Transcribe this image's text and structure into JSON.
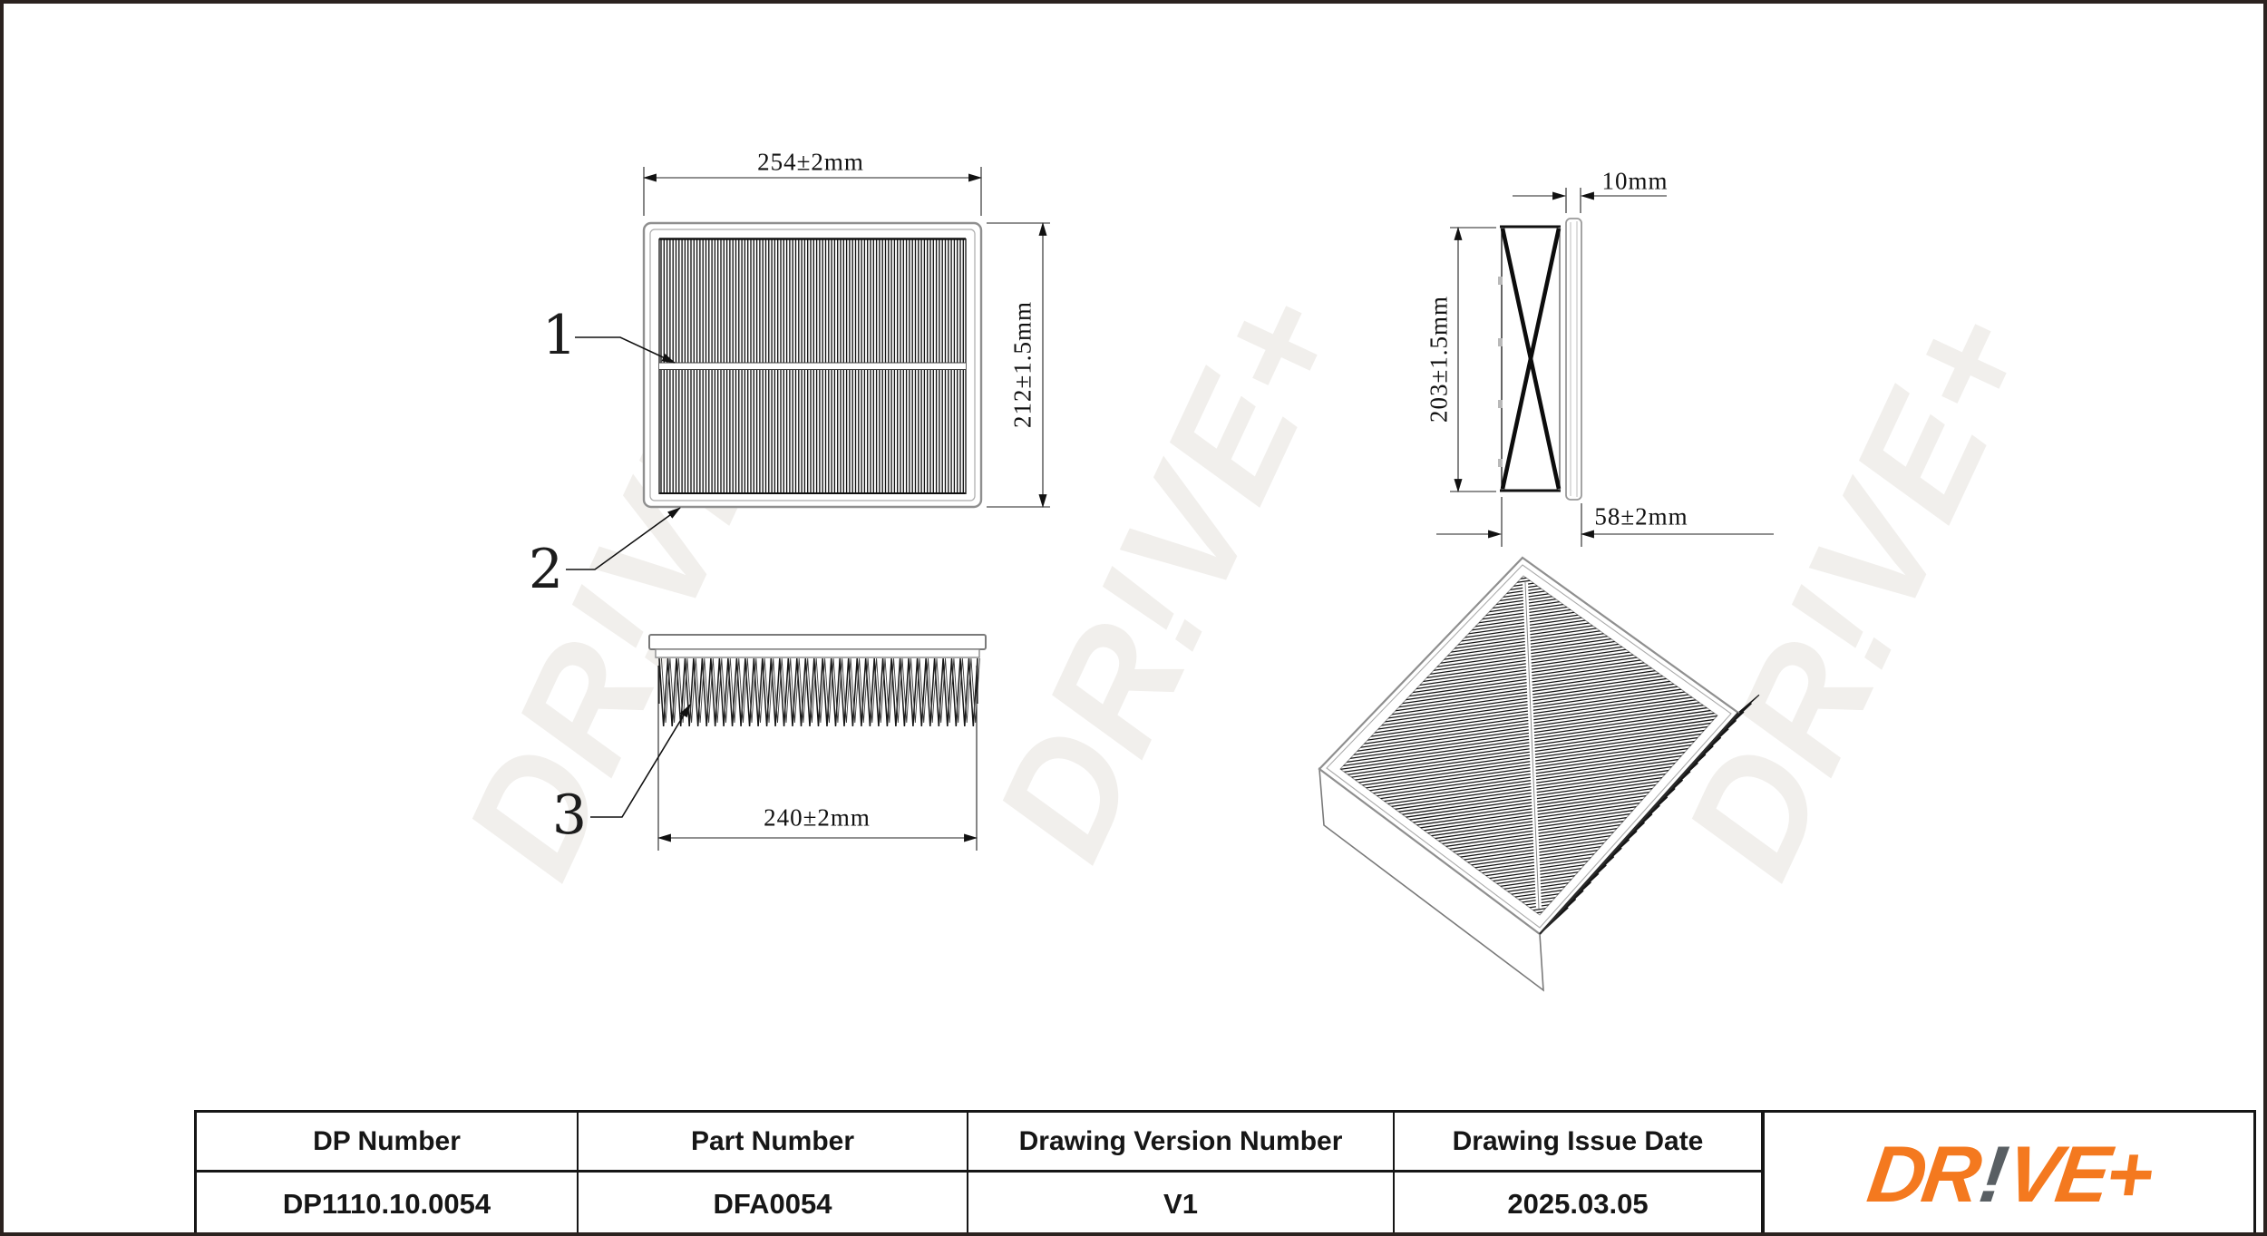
{
  "drawing": {
    "front": {
      "dim_width": "254±2mm",
      "dim_height": "212±1.5mm"
    },
    "side": {
      "dim_lip": "10mm",
      "dim_height": "203±1.5mm",
      "dim_depth": "58±2mm"
    },
    "profile": {
      "dim_width": "240±2mm"
    },
    "callouts": {
      "c1": "1",
      "c2": "2",
      "c3": "3"
    }
  },
  "titleblock": {
    "cells": [
      {
        "header": "DP Number",
        "value": "DP1110.10.0054"
      },
      {
        "header": "Part Number",
        "value": "DFA0054"
      },
      {
        "header": "Drawing Version Number",
        "value": "V1"
      },
      {
        "header": "Drawing Issue Date",
        "value": "2025.03.05"
      }
    ],
    "logo": {
      "dr": "DR",
      "bang": "!",
      "veplus": "VE+"
    }
  },
  "watermark": {
    "text": "DR!VE+"
  },
  "colors": {
    "logo_orange": "#f4791f",
    "logo_gray": "#595f63",
    "watermark_gray": "#f1efec",
    "line_ink": "#161616"
  }
}
